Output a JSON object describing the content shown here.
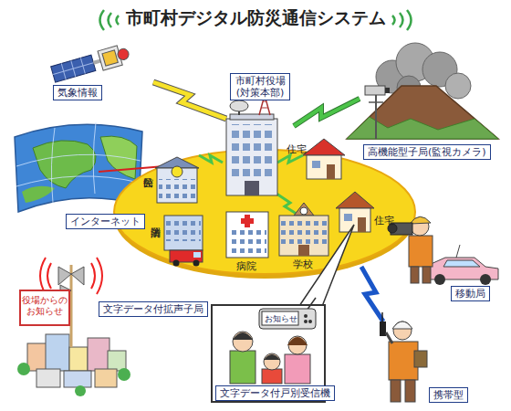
{
  "diagram": {
    "title": "市町村デジタル防災通信システム",
    "nodes": [
      {
        "text": [
          "市町村役場 (対策本部)"
        ]
      },
      {
        "text": [
          "気象情報"
        ]
      },
      {
        "text": [
          "高機能型子局(監視カメラ)"
        ]
      },
      {
        "text": [
          "インターネット"
        ]
      },
      {
        "text": [
          "移動局"
        ]
      },
      {
        "text": [
          "文字データ付拡声子局"
        ]
      },
      {
        "text": [
          "文字データ付戸別受信機"
        ]
      },
      {
        "text": [
          "携帯型"
        ]
      }
    ],
    "labels": [
      "住宅",
      "公民館",
      "消防署",
      "病院",
      "学校",
      "住宅",
      "役場からの お知らせ",
      "お知らせ"
    ]
  }
}
